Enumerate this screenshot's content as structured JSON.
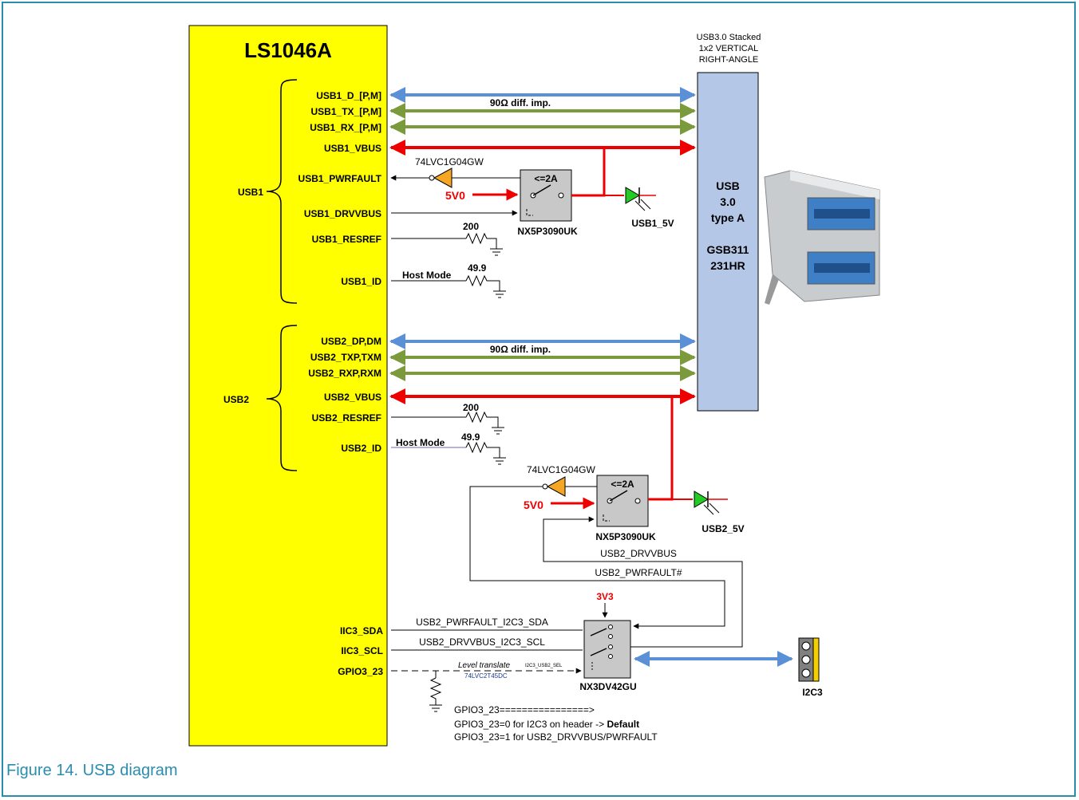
{
  "colors": {
    "chip": "#ffff00",
    "connector": "#b4c7e7",
    "usb_data": "#5b8fd6",
    "superspeed": "#7a9a3c",
    "vbus": "#ee0000",
    "buffer": "#f5a623",
    "switch": "#c8c8c8",
    "led": "#22cc22",
    "caption": "#2a8db0"
  },
  "chip": {
    "title": "LS1046A"
  },
  "usb1": {
    "group_label": "USB1",
    "signals": [
      "USB1_D_[P,M]",
      "USB1_TX_[P,M]",
      "USB1_RX_[P,M]",
      "USB1_VBUS",
      "USB1_PWRFAULT",
      "USB1_DRVVBUS",
      "USB1_RESREF",
      "USB1_ID"
    ],
    "diff_label": "90Ω diff. imp.",
    "buffer_label": "74LVC1G04GW",
    "switch_limit": "<=2A",
    "switch_part": "NX5P3090UK",
    "supply": "5V0",
    "led_label": "USB1_5V",
    "resref_value": "200",
    "id_value": "49.9",
    "host_mode": "Host Mode"
  },
  "usb2": {
    "group_label": "USB2",
    "signals": [
      "USB2_DP,DM",
      "USB2_TXP,TXM",
      "USB2_RXP,RXM",
      "USB2_VBUS",
      "USB2_RESREF",
      "USB2_ID"
    ],
    "diff_label": "90Ω diff. imp.",
    "resref_value": "200",
    "id_value": "49.9",
    "host_mode": "Host Mode",
    "buffer_label": "74LVC1G04GW",
    "switch_limit": "<=2A",
    "switch_part": "NX5P3090UK",
    "supply": "5V0",
    "led_label": "USB2_5V",
    "drvvbus_net": "USB2_DRVVBUS",
    "pwrfault_net": "USB2_PWRFAULT#"
  },
  "connector": {
    "header": [
      "USB3.0 Stacked",
      "1x2 VERTICAL",
      "RIGHT-ANGLE"
    ],
    "body": [
      "USB",
      "3.0",
      "type A",
      "",
      "GSB311",
      "231HR"
    ]
  },
  "i2c": {
    "signals": [
      "IIC3_SDA",
      "IIC3_SCL",
      "GPIO3_23"
    ],
    "sda_net": "USB2_PWRFAULT_I2C3_SDA",
    "scl_net": "USB2_DRVVBUS_I2C3_SCL",
    "level_translate": "Level translate",
    "level_part": "74LVC2T45DC",
    "sel_net": "I2C3_USB2_SEL",
    "supply": "3V3",
    "mux_part": "NX3DV42GU",
    "header_label": "I2C3"
  },
  "notes": {
    "line1": "GPIO3_23================>",
    "line2_prefix": "GPIO3_23=0 for I2C3 on header -> ",
    "line2_bold": "Default",
    "line3": "GPIO3_23=1 for USB2_DRVVBUS/PWRFAULT"
  },
  "caption": "Figure 14.  USB diagram"
}
